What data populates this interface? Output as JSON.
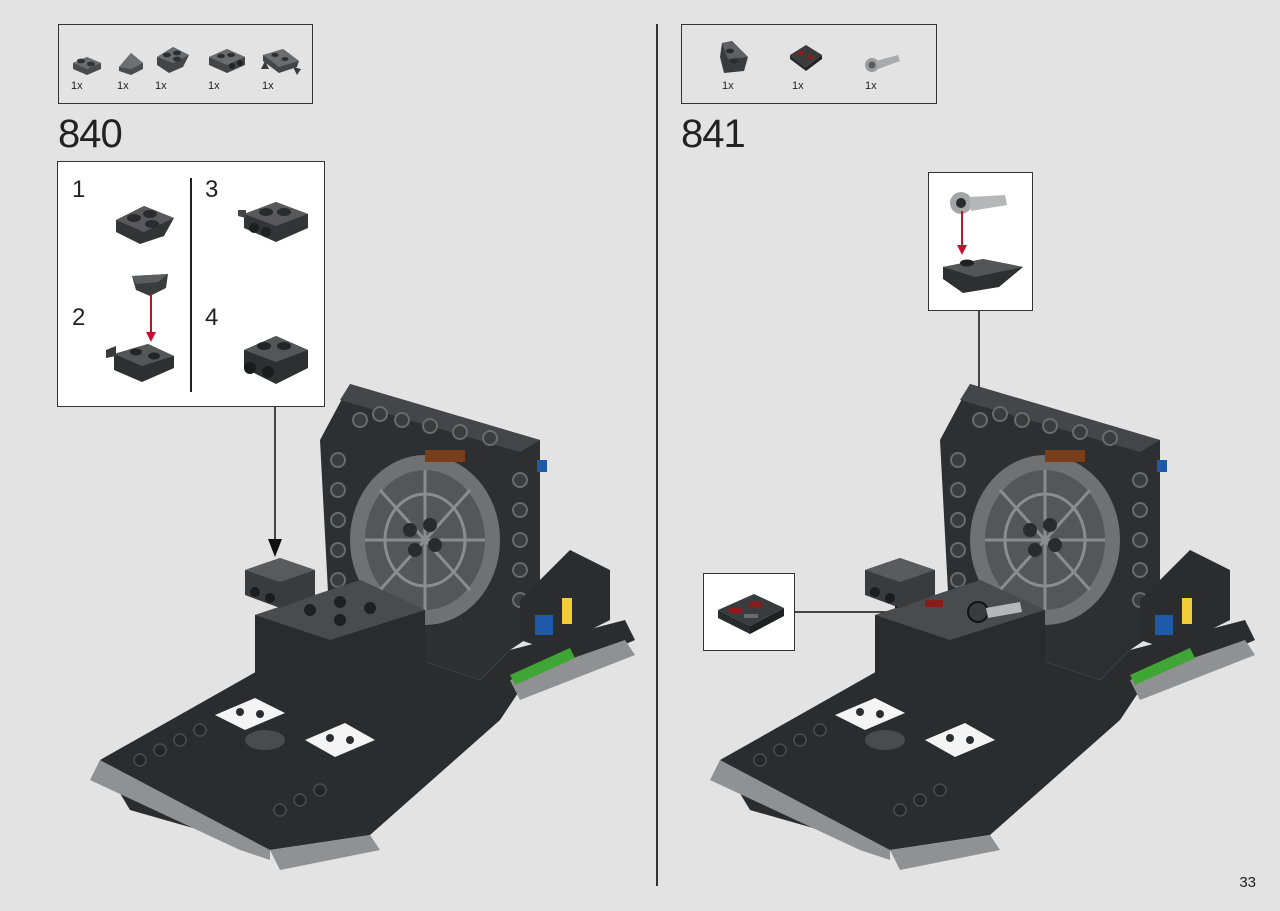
{
  "steps": [
    {
      "number": "840",
      "parts": [
        {
          "qty": "1x",
          "icon": "round-plate-2x1-icon"
        },
        {
          "qty": "1x",
          "icon": "slope-brick-icon"
        },
        {
          "qty": "1x",
          "icon": "wedge-plate-icon"
        },
        {
          "qty": "1x",
          "icon": "bracket-plate-icon"
        },
        {
          "qty": "1x",
          "icon": "clip-plate-icon"
        }
      ],
      "substeps": [
        "1",
        "2",
        "3",
        "4"
      ]
    },
    {
      "number": "841",
      "parts": [
        {
          "qty": "1x",
          "icon": "wedge-plate-2x2-icon"
        },
        {
          "qty": "1x",
          "icon": "printed-tile-icon"
        },
        {
          "qty": "1x",
          "icon": "bar-holder-clip-icon"
        }
      ]
    }
  ],
  "page_number": "33",
  "colors": {
    "background": "#e3e3e3",
    "dark_bley": "#3a3b3d",
    "light_bley": "#9a9c9e",
    "arrow_red": "#c8102e",
    "accent_yellow": "#f2cd37",
    "accent_blue": "#1e5aa8",
    "accent_green": "#3fa535",
    "accent_brown": "#7a3e1b"
  }
}
